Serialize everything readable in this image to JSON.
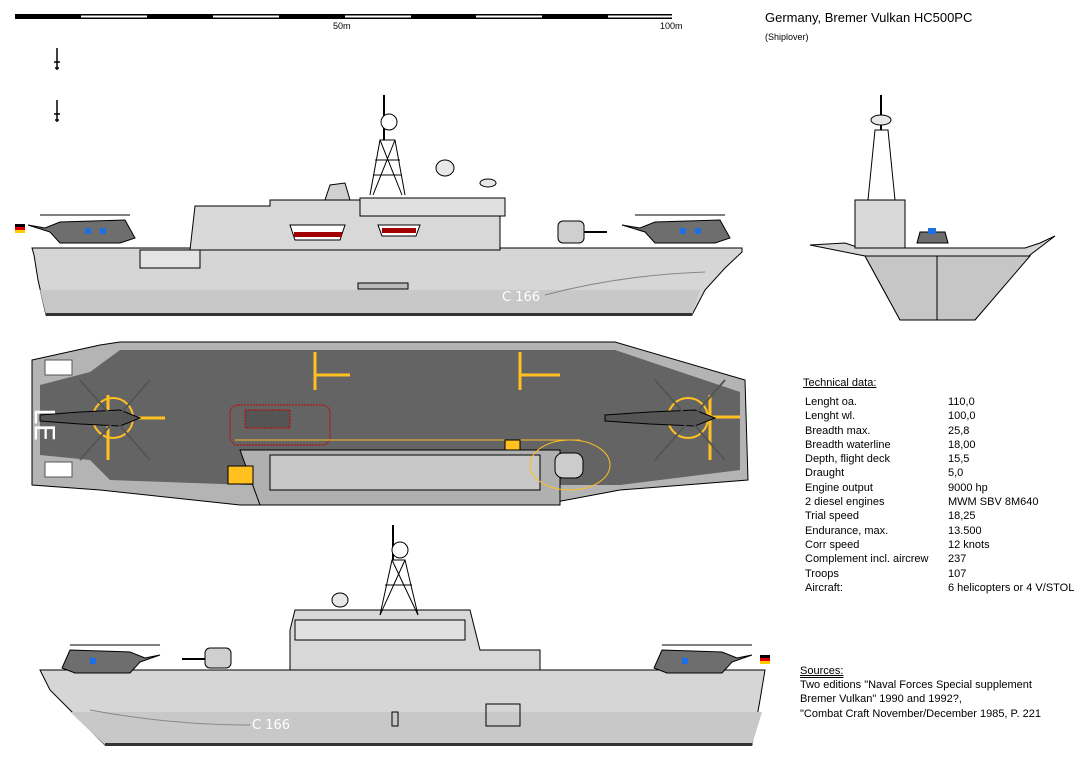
{
  "header": {
    "title": "Germany, Bremer Vulkan HC500PC",
    "author": "(Shiplover)"
  },
  "scale_bar": {
    "mid_label": "50m",
    "end_label": "100m"
  },
  "markings": {
    "hull_number": "C 166",
    "deck_letters": "LE"
  },
  "technical_data": {
    "heading": "Technical data:",
    "rows": [
      {
        "label": "Lenght oa.",
        "value": "110,0"
      },
      {
        "label": "Lenght wl.",
        "value": "100,0"
      },
      {
        "label": "Breadth max.",
        "value": "25,8"
      },
      {
        "label": "Breadth waterline",
        "value": "18,00"
      },
      {
        "label": "Depth, flight deck",
        "value": "15,5"
      },
      {
        "label": "Draught",
        "value": "5,0"
      },
      {
        "label": "Engine output",
        "value": "9000 hp"
      },
      {
        "label": "2 diesel engines",
        "value": "MWM SBV 8M640"
      },
      {
        "label": "Trial speed",
        "value": "18,25"
      },
      {
        "label": "Endurance, max.",
        "value": "13.500"
      },
      {
        "label": "Corr speed",
        "value": "12 knots"
      },
      {
        "label": "Complement incl. aircrew",
        "value": "237"
      },
      {
        "label": "Troops",
        "value": "107"
      },
      {
        "label": "Aircraft:",
        "value": "6 helicopters or 4 V/STOL"
      }
    ]
  },
  "sources": {
    "heading": "Sources:",
    "lines": [
      "Two editions \"Naval Forces Special supplement",
      "Bremer Vulkan\" 1990 and 1992?,",
      "\"Combat Craft November/December 1985, P. 221"
    ]
  },
  "colors": {
    "hull": "#d6d6d6",
    "hull_lower": "#c8c8c8",
    "deck": "#646464",
    "deck_edge": "#b4b4b4",
    "marking_yellow": "#ffc020",
    "boat_red": "#a00000",
    "window_blue": "#1e6ee6"
  }
}
